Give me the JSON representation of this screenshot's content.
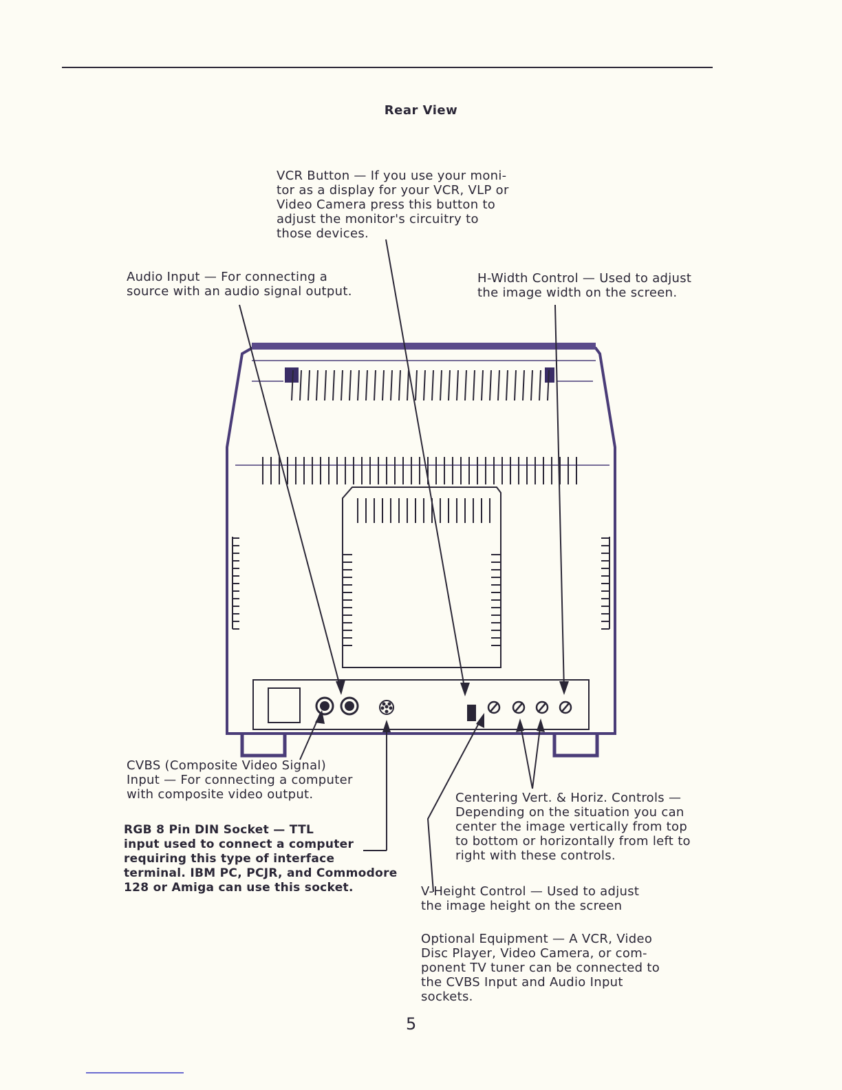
{
  "page": {
    "title": "Rear View",
    "page_number": "5"
  },
  "callouts": {
    "vcr_button": [
      "VCR Button — If you use your moni-",
      "tor as a display for your VCR, VLP or",
      "Video Camera press this button to",
      "adjust the monitor's circuitry to",
      "those devices."
    ],
    "audio_input": [
      "Audio Input — For connecting a",
      "source with an audio signal output."
    ],
    "h_width": [
      "H-Width Control — Used to adjust",
      "the image width on the screen."
    ],
    "cvbs": [
      "CVBS (Composite Video Signal)",
      "Input — For connecting a computer",
      "with composite video output."
    ],
    "rgb": [
      "RGB 8 Pin DIN Socket — TTL",
      "input used to connect a computer",
      "requiring this type of interface",
      "terminal. IBM PC, PCJR, and Commodore",
      "128 or Amiga can use this socket."
    ],
    "centering": [
      "Centering Vert. & Horiz. Controls —",
      "Depending on the situation you can",
      "center the image vertically from top",
      "to bottom or horizontally from left to",
      "right with these controls."
    ],
    "v_height": [
      "V-Height Control — Used to adjust",
      "the image height on the screen"
    ],
    "optional": [
      "Optional Equipment — A VCR, Video",
      "Disc Player, Video Camera, or com-",
      "ponent TV tuner can be connected to",
      "the CVBS Input and Audio Input",
      "sockets."
    ]
  },
  "colors": {
    "ink": "#2a2636",
    "monitor_outline": "#4a3c78",
    "paper": "#fdfcf4"
  }
}
